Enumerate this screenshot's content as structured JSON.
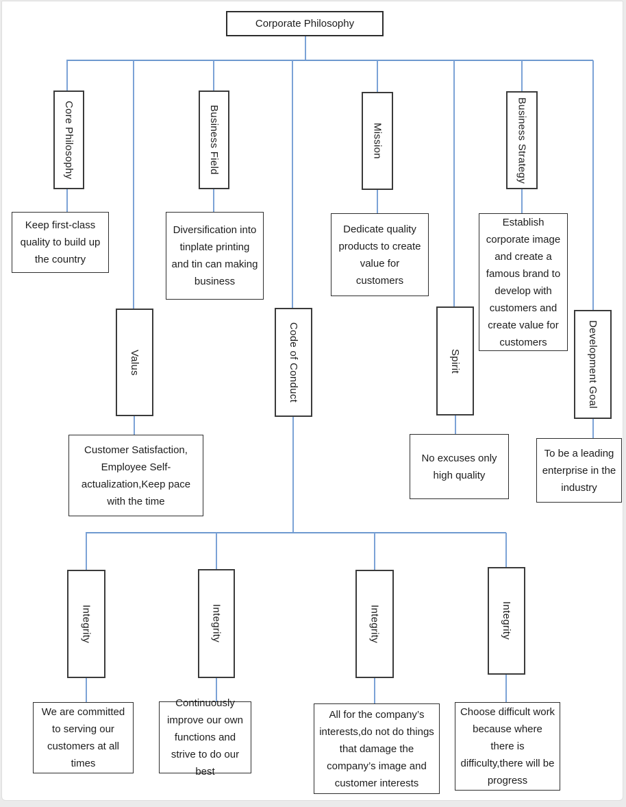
{
  "title": "Corporate Philosophy",
  "colors": {
    "connector_blue": "#7ba2d6",
    "box_border": "#2d2d2d",
    "page_background": "#ffffff",
    "outer_background": "#ebebeb"
  },
  "nodes": {
    "root": {
      "label": "Corporate Philosophy"
    },
    "branches": [
      {
        "label": "Core Philosophy",
        "description": "Keep first-class quality to build up the country"
      },
      {
        "label": "Business Field",
        "description": "Diversification into tinplate printing and tin can making business"
      },
      {
        "label": "Mission",
        "description": "Dedicate quality products to create value for customers"
      },
      {
        "label": "Business Strategy",
        "description": "Establish corporate image and create a famous brand to develop with customers and create value for customers"
      },
      {
        "label": "Valus",
        "description": "Customer Satisfaction, Employee Self-actualization,Keep pace with the time"
      },
      {
        "label": "Code of Conduct"
      },
      {
        "label": "Spirit",
        "description": "No excuses only high quality"
      },
      {
        "label": "Development Goal",
        "description": "To be a leading enterprise in the industry"
      }
    ],
    "conduct_children": [
      {
        "label": "Integrity",
        "description": "We are committed to serving our customers at all times"
      },
      {
        "label": "Integrity",
        "description": "Continuously improve our own functions and strive to do our best"
      },
      {
        "label": "Integrity",
        "description": "All for the company’s interests,do not do things that damage the company’s image and customer interests"
      },
      {
        "label": "Integrity",
        "description": "Choose difficult work because where there is difficulty,there will be progress"
      }
    ]
  }
}
